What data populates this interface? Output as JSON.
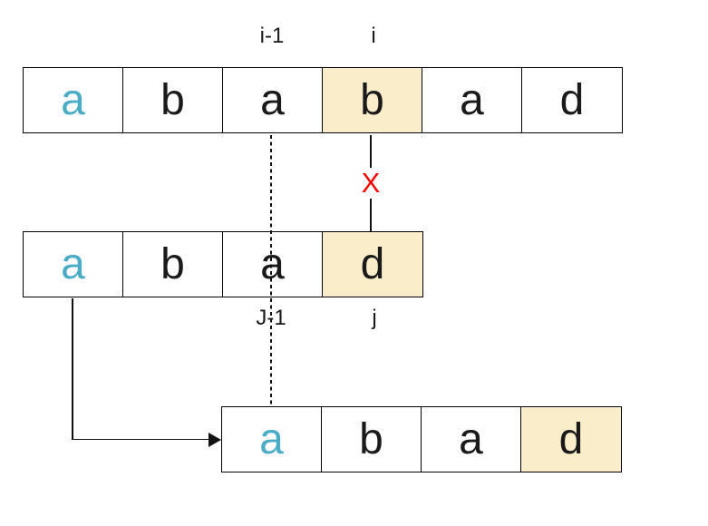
{
  "diagram": {
    "colors": {
      "highlight": "#FAEDC9",
      "first_letter": "#4BACC6",
      "letter": "#1A1A1A",
      "mismatch": "#FF0000"
    },
    "top_labels": {
      "i_minus_1": "i-1",
      "i": "i"
    },
    "mid_labels": {
      "j_minus_1": "J-1",
      "j": "j"
    },
    "mismatch_mark": "X",
    "rows": {
      "top": {
        "cells": [
          "a",
          "b",
          "a",
          "b",
          "a",
          "d"
        ],
        "teal_index": 0,
        "highlight_index": 3
      },
      "middle": {
        "cells": [
          "a",
          "b",
          "a",
          "d"
        ],
        "teal_index": 0,
        "highlight_index": 3
      },
      "bottom": {
        "cells": [
          "a",
          "b",
          "a",
          "d"
        ],
        "teal_index": 0,
        "highlight_index": 3
      }
    }
  }
}
